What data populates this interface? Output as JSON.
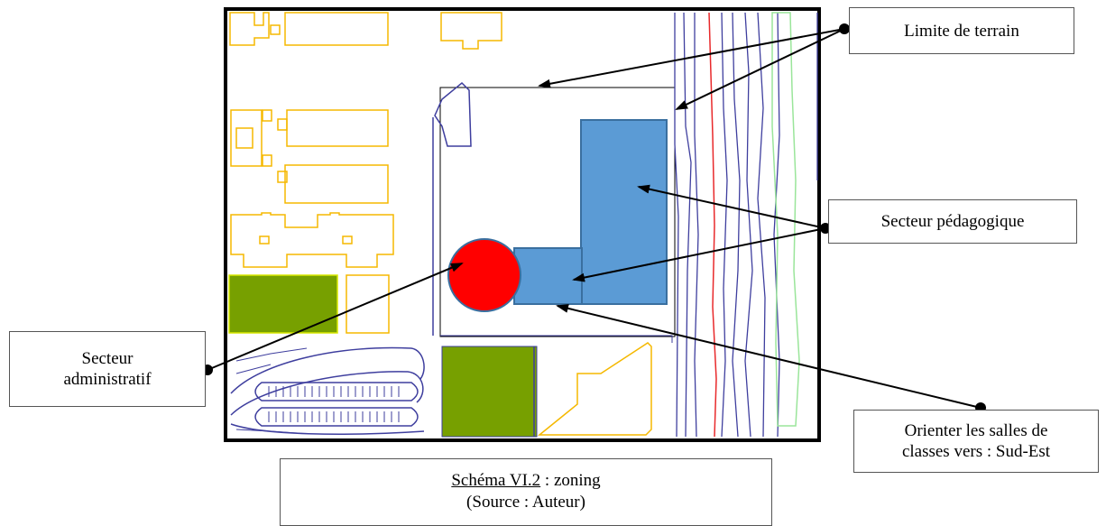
{
  "labels": {
    "limite_terrain": "Limite de terrain",
    "secteur_pedagogique": "Secteur pédagogique",
    "secteur_administratif_l1": "Secteur",
    "secteur_administratif_l2": "administratif",
    "orientation_l1": "Orienter les salles de",
    "orientation_l2": "classes vers : Sud-Est"
  },
  "caption": {
    "ref": "Schéma VI.2",
    "sep": " : ",
    "title": "zoning",
    "source": "(Source : Auteur)"
  },
  "colors": {
    "admin_zone": "#ff0000",
    "pedagogic_zone": "#5b9bd5",
    "green_zone": "#77a000",
    "building_outline": "#f5b800",
    "contour_lines": "#3e3e9e",
    "red_line": "#e8292b",
    "light_green_line": "#9ae59a"
  }
}
